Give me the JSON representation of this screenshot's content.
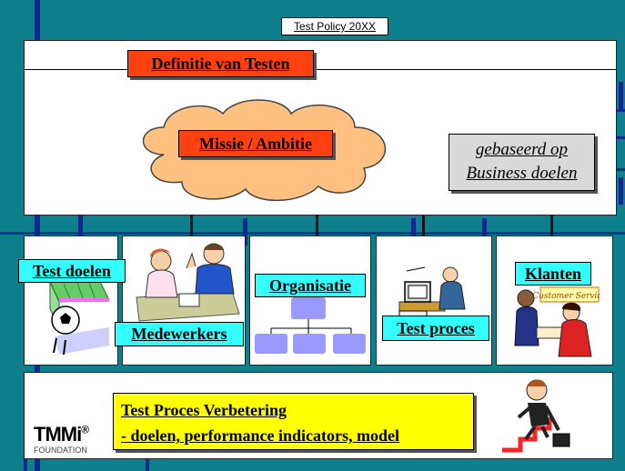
{
  "header": {
    "title": "Test Policy 20XX"
  },
  "definition": {
    "title": "Definitie van Testen"
  },
  "mission": {
    "label": "Missie / Ambitie"
  },
  "basis": {
    "line1": "gebaseerd op",
    "line2": "Business doelen"
  },
  "categories": [
    {
      "label": "Test doelen",
      "icon": "soccer-goal-icon"
    },
    {
      "label": "Medewerkers",
      "icon": "people-meeting-icon"
    },
    {
      "label": "Organisatie",
      "icon": "org-chart-icon"
    },
    {
      "label": "Test proces",
      "icon": "computer-worker-icon"
    },
    {
      "label": "Klanten",
      "icon": "customer-service-icon"
    }
  ],
  "improvement": {
    "line1": "Test Proces Verbetering",
    "line2": "- doelen, performance indicators, model"
  },
  "logo": {
    "name": "TMMi",
    "reg": "®",
    "sub": "FOUNDATION"
  },
  "icons": {
    "customer_service_text": "Customer Service"
  },
  "colors": {
    "background": "#0e7f8c",
    "accent_red": "#ff4010",
    "cyan": "#33ffff",
    "yellow": "#ffff00"
  }
}
